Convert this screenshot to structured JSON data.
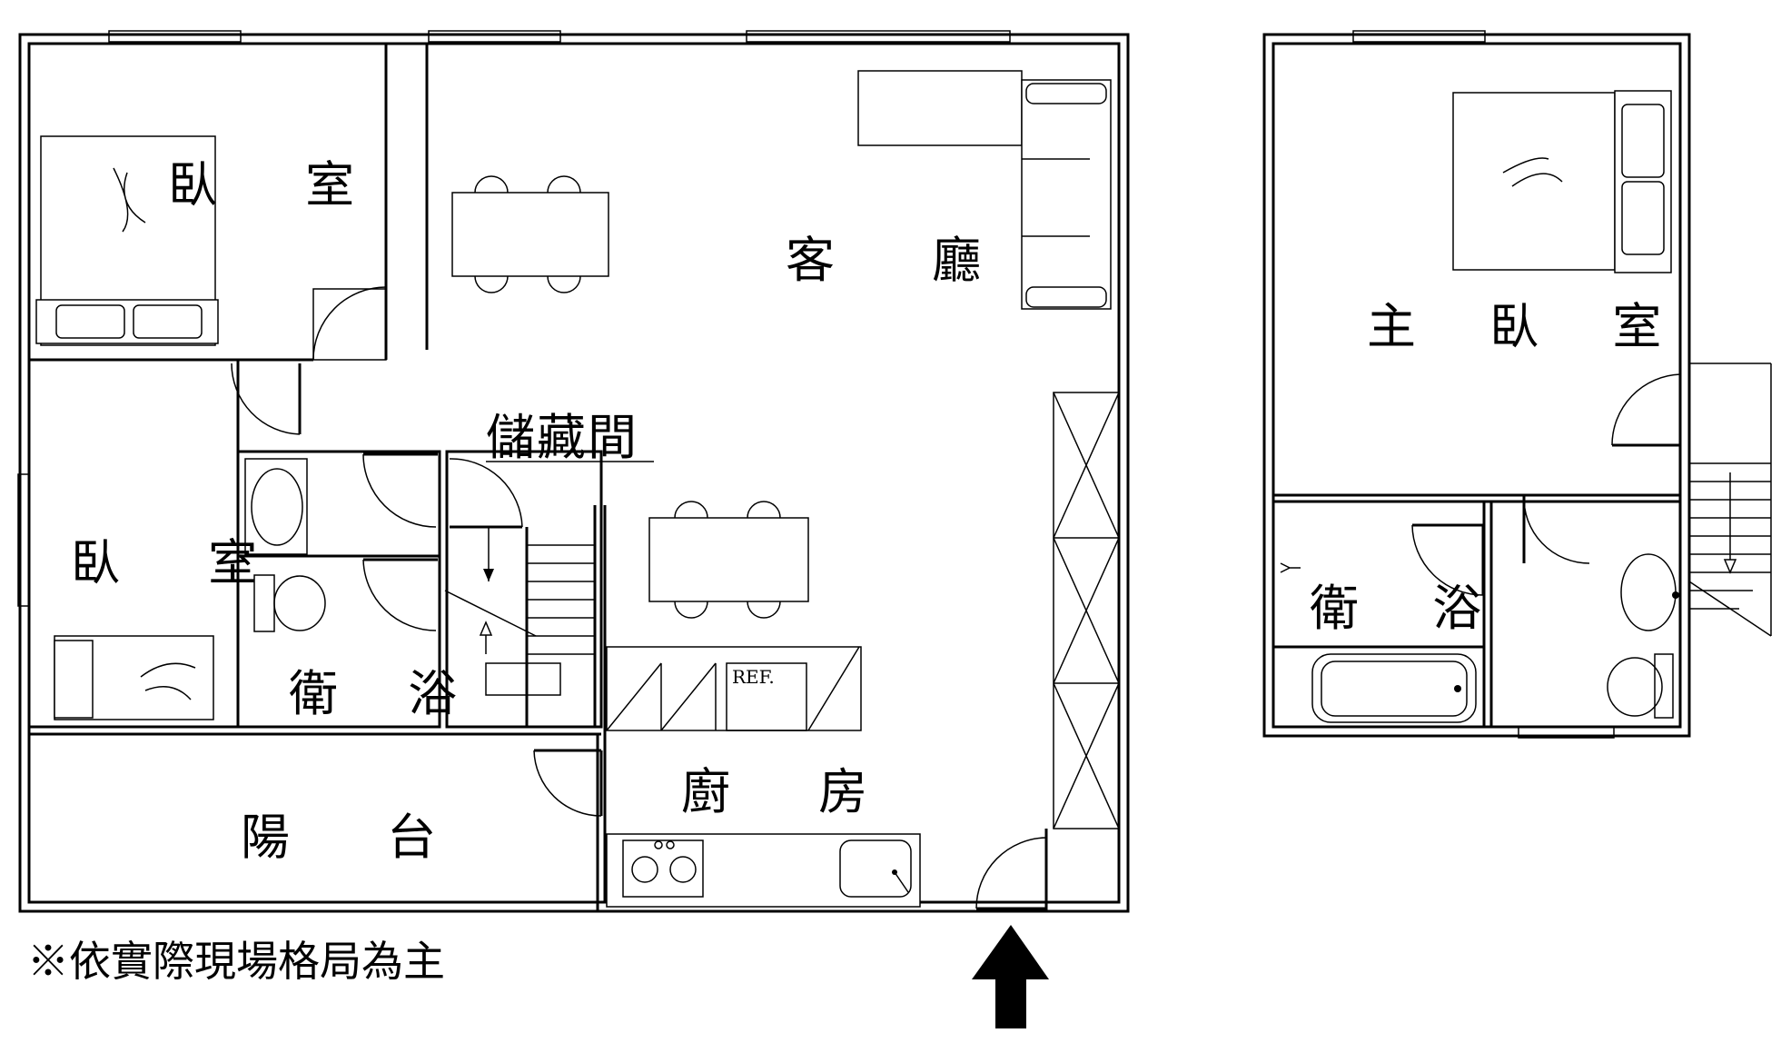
{
  "rooms": {
    "bedroom1": "臥 室",
    "bedroom2": "臥 室",
    "living": "客 廳",
    "storage": "儲藏間",
    "bath1": "衛 浴",
    "kitchen": "廚 房",
    "balcony": "陽 台",
    "master": "主 臥 室",
    "bath2": "衛 浴"
  },
  "fridge_label": "REF.",
  "note": "※依實際現場格局為主",
  "colors": {
    "line": "#000000",
    "background": "#ffffff"
  }
}
